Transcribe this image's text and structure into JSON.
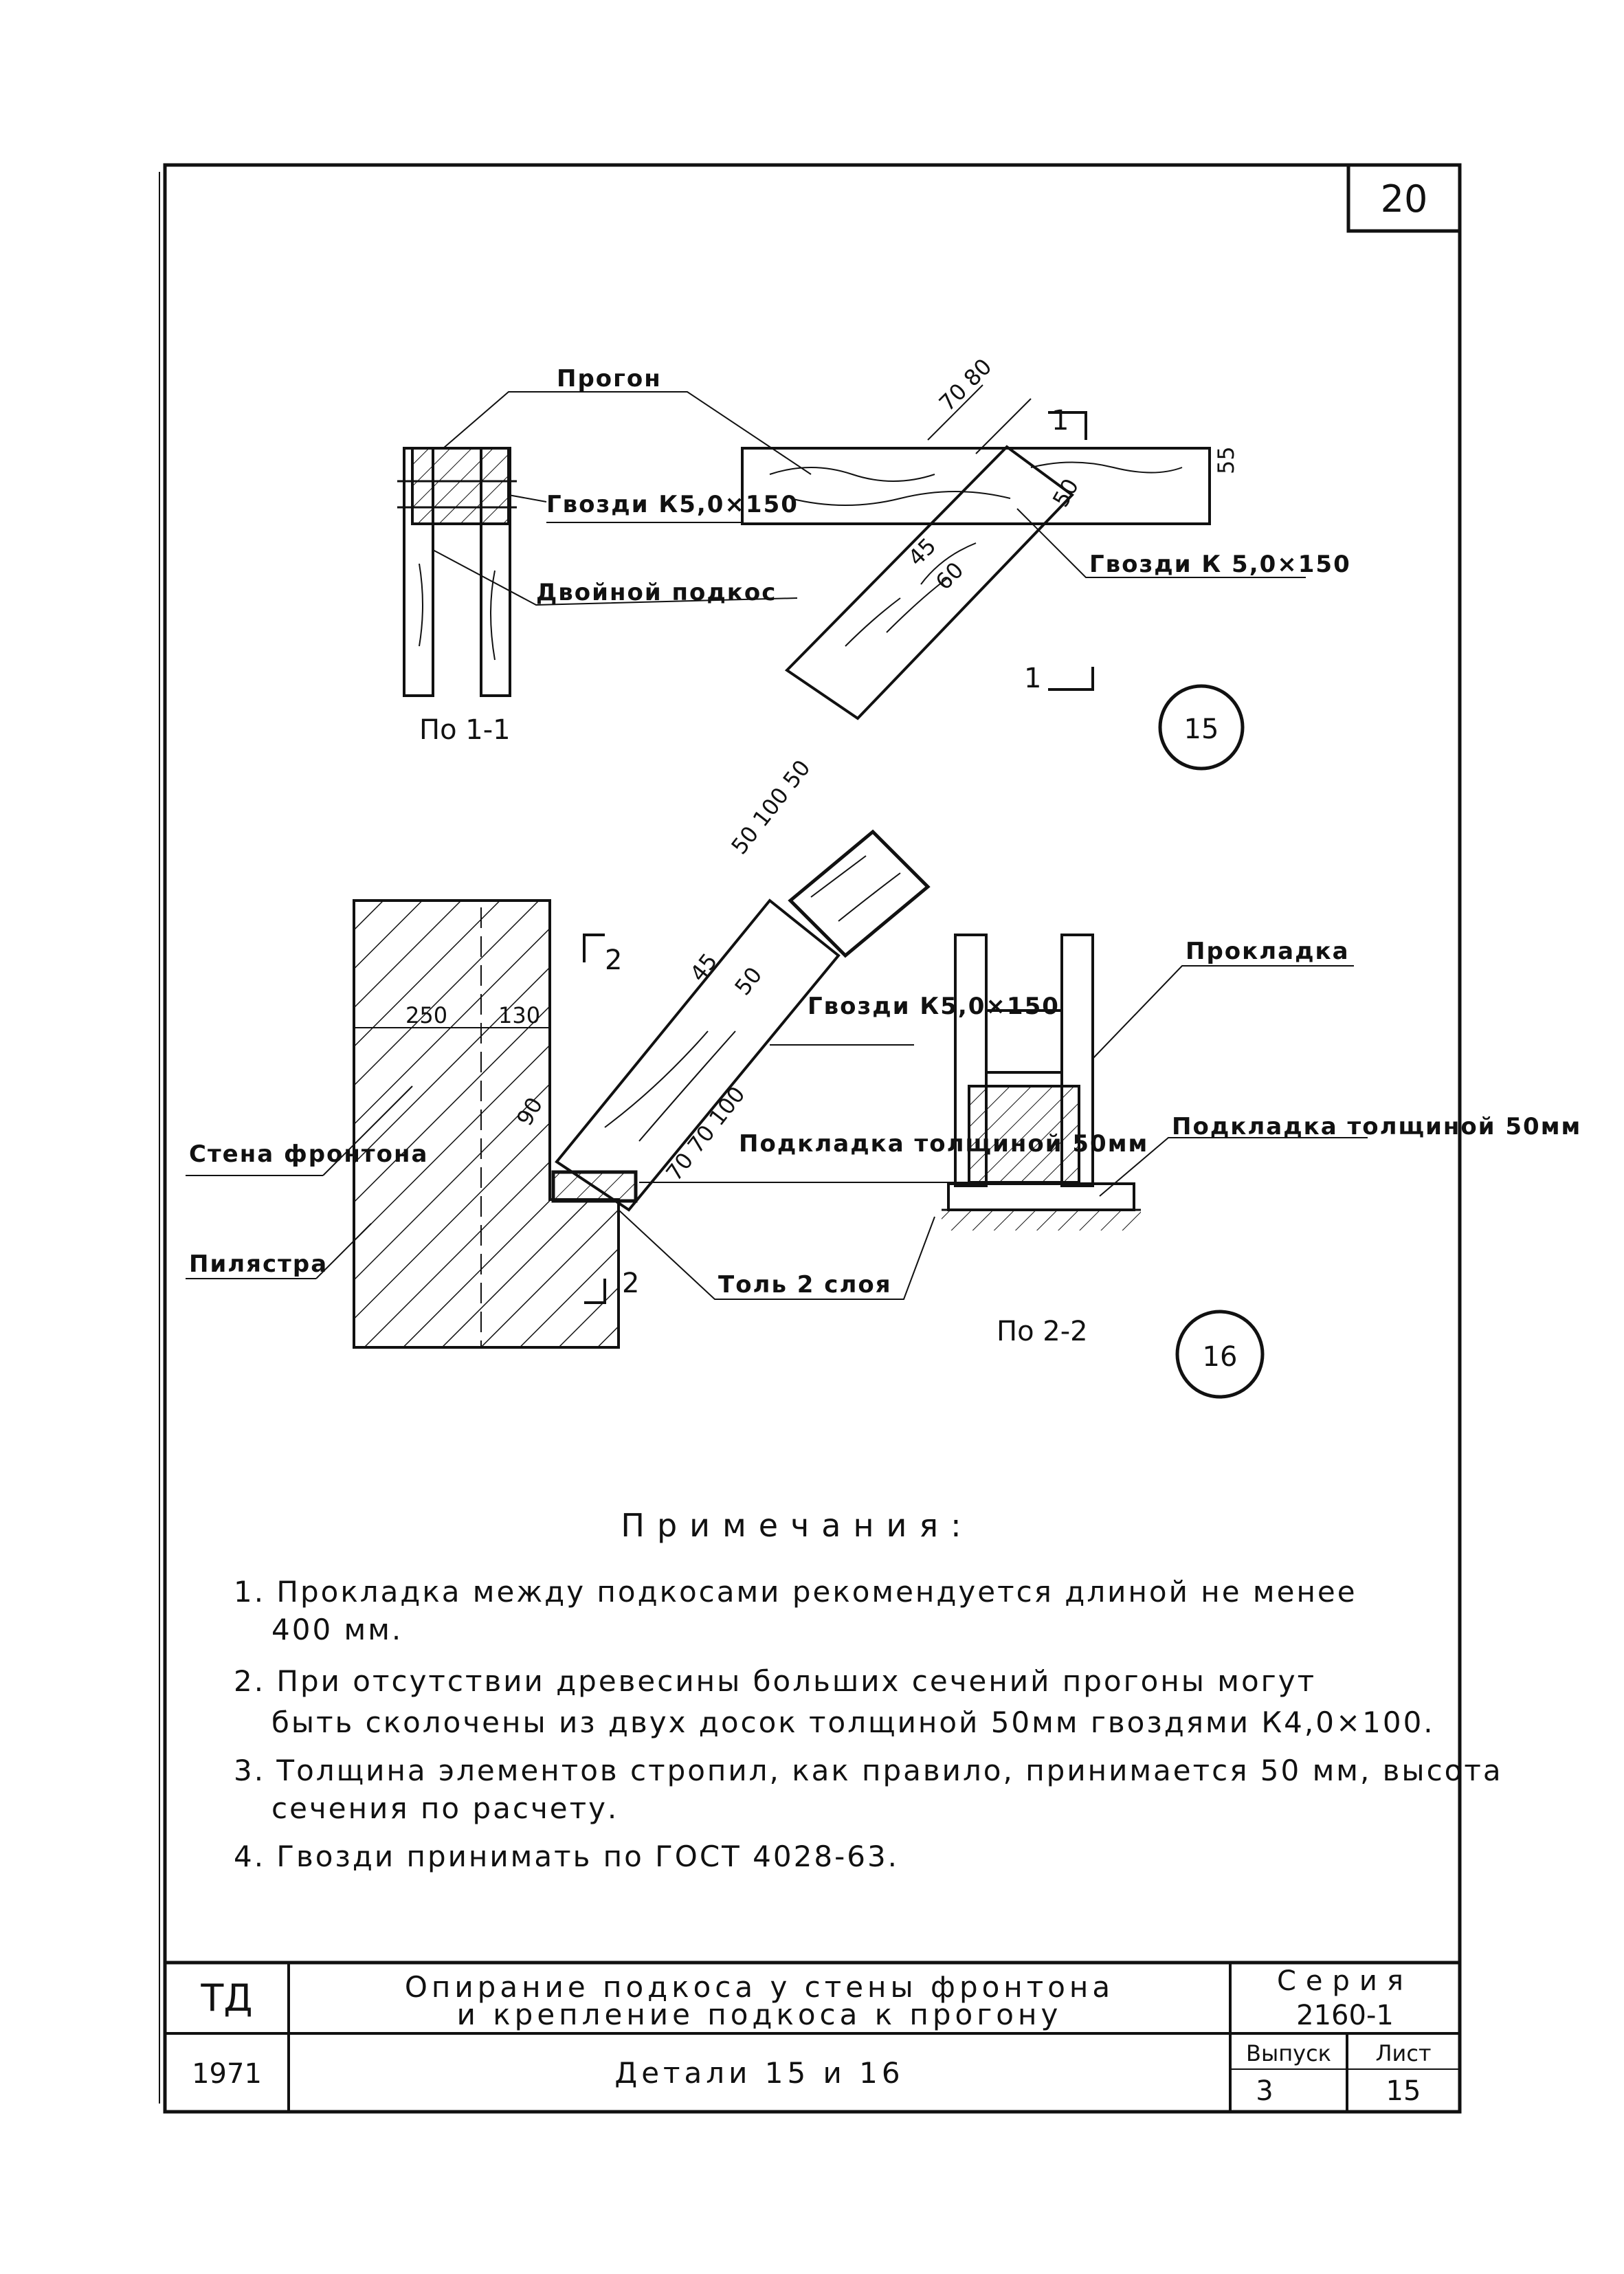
{
  "sheet_number": "20",
  "detail15": {
    "purlin_label": "Прогон",
    "nails_left": "Гвозди К5,0×150",
    "nails_right": "Гвозди К 5,0×150",
    "double_strut_label": "Двойной подкос",
    "section_label": "По 1-1",
    "section_mark_top": "1",
    "section_mark_bottom": "1",
    "dim_70_80": "70 80",
    "dim_55": "55",
    "dim_50": "50",
    "dim_45": "45",
    "dim_60": "60",
    "detail_number": "15"
  },
  "detail16": {
    "dims_top": "50 100 50",
    "section_mark_top": "2",
    "section_mark_bottom": "2",
    "dim_250": "250",
    "dim_130": "130",
    "dim_45": "45",
    "dim_50": "50",
    "dim_90": "90",
    "dims_diag": "70 70 100",
    "wall_label": "Стена фронтона",
    "pilaster_label": "Пилястра",
    "nails_label": "Гвозди К5,0×150",
    "pad_label": "Подкладка толщиной 50мм",
    "roofing_label": "Толь 2 слоя",
    "spacer_label": "Прокладка",
    "pad2_label": "Подкладка толщиной 50мм",
    "section_label": "По 2-2",
    "detail_number": "16"
  },
  "notes": {
    "title": "Примечания:",
    "items": [
      {
        "line1": "1. Прокладка между подкосами рекомендуется длиной не менее",
        "line2": "400 мм."
      },
      {
        "line1": "2. При отсутствии древесины больших сечений прогоны могут",
        "line2": "быть сколочены из двух досок толщиной 50мм гвоздями К4,0×100."
      },
      {
        "line1": "3. Толщина элементов стропил, как правило, принимается 50 мм, высота",
        "line2": "сечения по расчету."
      },
      {
        "line1": "4. Гвозди принимать по ГОСТ 4028-63.",
        "line2": ""
      }
    ]
  },
  "title_block": {
    "org": "ТД",
    "year": "1971",
    "title_line1": "Опирание подкоса у стены фронтона",
    "title_line2": "и крепление подкоса к прогону",
    "subtitle": "Детали 15 и 16",
    "series_label": "Серия",
    "series_value": "2160-1",
    "issue_label": "Выпуск",
    "issue_value": "3",
    "sheet_label": "Лист",
    "sheet_value": "15"
  }
}
